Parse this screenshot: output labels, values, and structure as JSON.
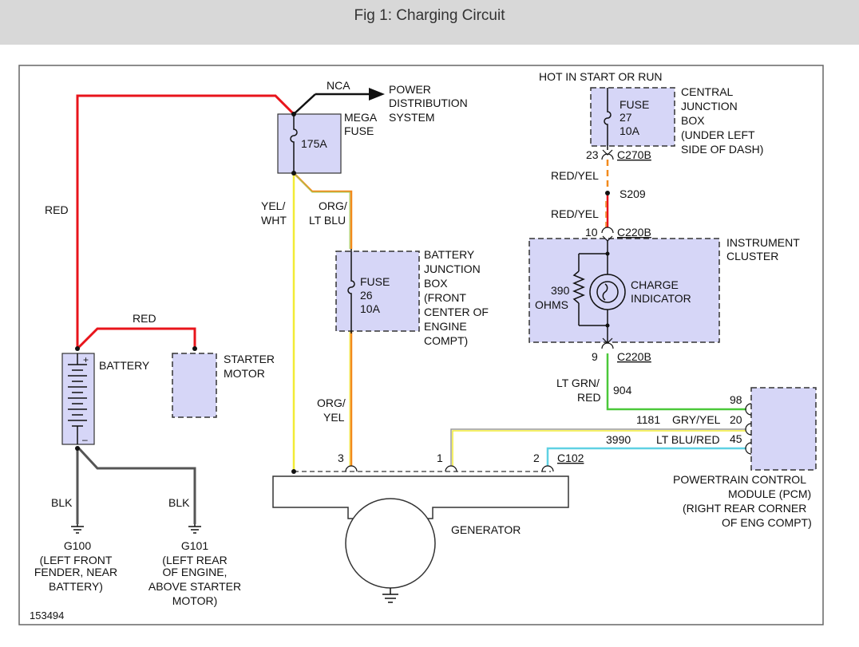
{
  "header": {
    "title": "Fig 1: Charging Circuit"
  },
  "colors": {
    "red": "#e8141b",
    "yellow": "#f2ec35",
    "orange": "#f28a1c",
    "lt_blue": "#5fd1e3",
    "lt_green": "#4bc83a",
    "gray": "#9a9a9a",
    "black": "#111111",
    "dark_gray": "#555555",
    "component_fill": "#d6d6f7",
    "header_bg": "#d8d8d8"
  },
  "labels": {
    "red_top": "RED",
    "red_battery": "RED",
    "nca": "NCA",
    "power_dist_1": "POWER",
    "power_dist_2": "DISTRIBUTION",
    "power_dist_3": "SYSTEM",
    "mega_1": "MEGA",
    "mega_2": "FUSE",
    "mega_rating": "175A",
    "yel_wht_1": "YEL/",
    "yel_wht_2": "WHT",
    "org_ltblu_1": "ORG/",
    "org_ltblu_2": "LT BLU",
    "bjb_fuse": "FUSE",
    "bjb_num": "26",
    "bjb_rating": "10A",
    "bjb_1": "BATTERY",
    "bjb_2": "JUNCTION",
    "bjb_3": "BOX",
    "bjb_4": "(FRONT",
    "bjb_5": "CENTER OF",
    "bjb_6": "ENGINE",
    "bjb_7": "COMPT)",
    "org_yel_1": "ORG/",
    "org_yel_2": "YEL",
    "battery": "BATTERY",
    "batt_plus": "+",
    "batt_minus": "–",
    "starter_1": "STARTER",
    "starter_2": "MOTOR",
    "blk_1": "BLK",
    "blk_2": "BLK",
    "g100": "G100",
    "g100_1": "(LEFT FRONT",
    "g100_2": "FENDER, NEAR",
    "g100_3": "BATTERY)",
    "g101": "G101",
    "g101_1": "(LEFT REAR",
    "g101_2": "OF ENGINE,",
    "g101_3": "ABOVE STARTER",
    "g101_4": "MOTOR)",
    "pin3": "3",
    "pin1": "1",
    "pin2": "2",
    "c102": "C102",
    "generator": "GENERATOR",
    "hot": "HOT IN START OR RUN",
    "cjb_fuse": "FUSE",
    "cjb_num": "27",
    "cjb_rating": "10A",
    "cjb_1": "CENTRAL",
    "cjb_2": "JUNCTION",
    "cjb_3": "BOX",
    "cjb_4": "(UNDER LEFT",
    "cjb_5": "SIDE OF DASH)",
    "pin23": "23",
    "c270b": "C270B",
    "red_yel_1": "RED/YEL",
    "s209": "S209",
    "red_yel_2": "RED/YEL",
    "pin10": "10",
    "c220b_1": "C220B",
    "ic_1": "INSTRUMENT",
    "ic_2": "CLUSTER",
    "ohms_1": "390",
    "ohms_2": "OHMS",
    "charge_1": "CHARGE",
    "charge_2": "INDICATOR",
    "pin9": "9",
    "c220b_2": "C220B",
    "ltgrn_1": "LT GRN/",
    "ltgrn_2": "RED",
    "ckt904": "904",
    "ckt1181": "1181",
    "gry_yel": "GRY/YEL",
    "ckt3990": "3990",
    "ltblu_red": "LT BLU/RED",
    "pin98": "98",
    "pin20": "20",
    "pin45": "45",
    "pcm_1": "POWERTRAIN CONTROL",
    "pcm_2": "MODULE (PCM)",
    "pcm_3": "(RIGHT REAR CORNER",
    "pcm_4": "OF ENG COMPT)",
    "figure_id": "153494"
  }
}
